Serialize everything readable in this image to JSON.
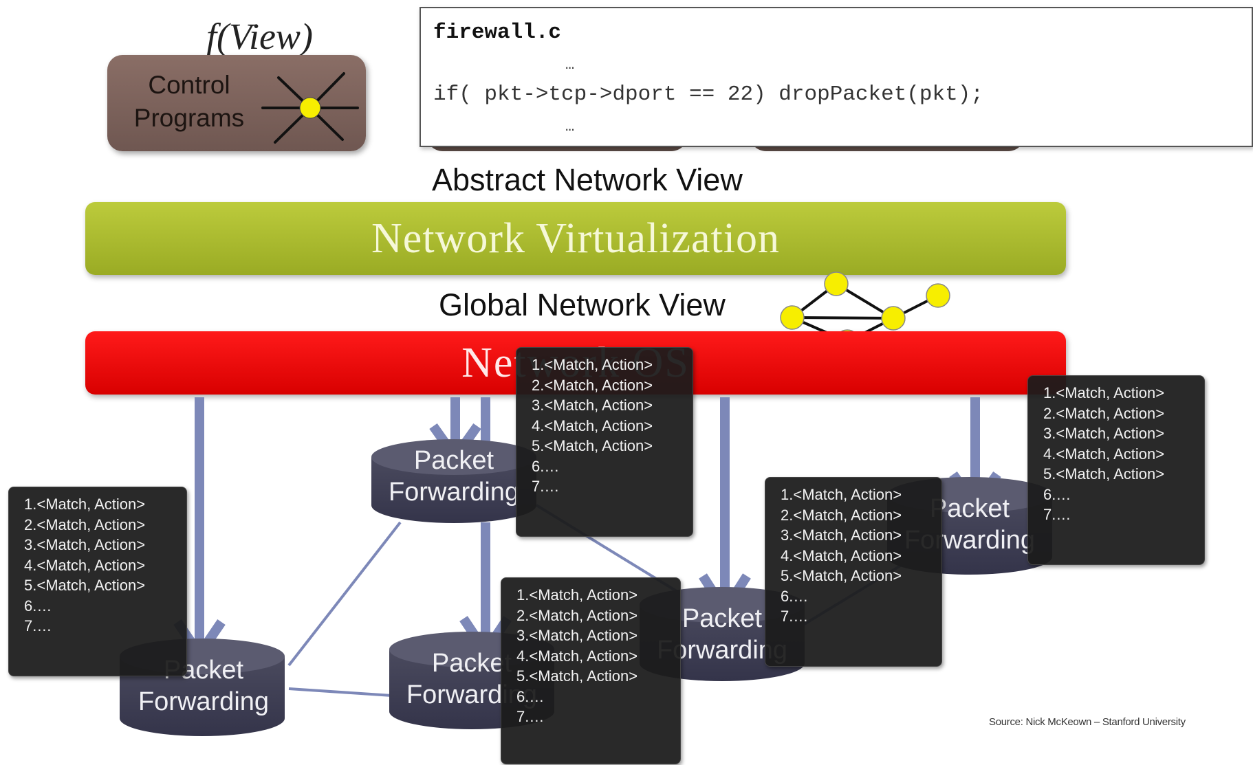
{
  "control": {
    "function_label": "f(View)",
    "program_label_line1": "Control",
    "program_label_line2": "Programs"
  },
  "code": {
    "title": "firewall.c",
    "ellipsis_top": "…",
    "line": "if( pkt->tcp->dport == 22) dropPacket(pkt);",
    "ellipsis_bottom": "…"
  },
  "layers": {
    "abstract_view": "Abstract Network View",
    "virtualization": "Network Virtualization",
    "global_view": "Global Network View",
    "network_os": "Network OS"
  },
  "forwarding": {
    "line1": "Packet",
    "line2": "Forwarding"
  },
  "flow_table": {
    "rows": [
      "1.<Match, Action>",
      "2.<Match, Action>",
      "3.<Match, Action>",
      "4.<Match, Action>",
      "5.<Match, Action>",
      "6.…",
      "7.…"
    ]
  },
  "source": "Source: Nick McKeown – Stanford University",
  "colors": {
    "virtualization_bar": "#a8b82e",
    "network_os_bar": "#ee0a0a",
    "control_box": "#7d645c",
    "forwarding_element": "#3f3f52",
    "arrow": "#7d88b8",
    "node": "#f7ee00"
  }
}
